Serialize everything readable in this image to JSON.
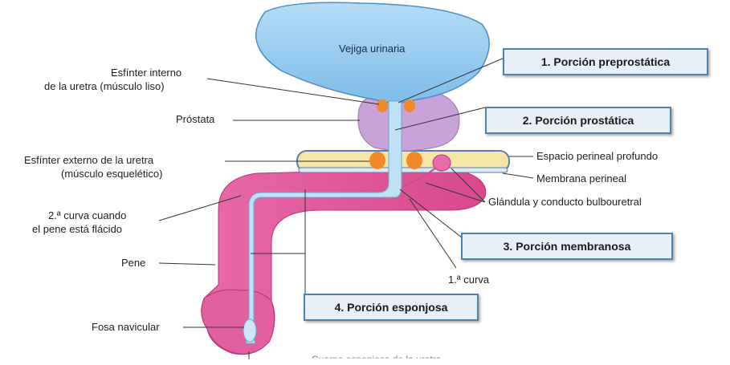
{
  "organs": {
    "bladder": "Vejiga urinaria"
  },
  "left_labels": {
    "internal_sphincter_line1": "Esfínter interno",
    "internal_sphincter_line2": "de la uretra (músculo liso)",
    "prostate": "Próstata",
    "external_sphincter_line1": "Esfínter externo de la uretra",
    "external_sphincter_line2": "(músculo esquelético)",
    "second_curve_line1": "2.ª curva cuando",
    "second_curve_line2": "el pene está flácido",
    "penis": "Pene",
    "navicular_fossa": "Fosa navicular"
  },
  "right_labels": {
    "deep_perineal_space": "Espacio perineal profundo",
    "perineal_membrane": "Membrana perineal",
    "bulbourethral": "Glándula y conducto bulbouretral",
    "first_curve": "1.ª curva"
  },
  "sections": [
    {
      "label": "1. Porción preprostática"
    },
    {
      "label": "2. Porción prostática"
    },
    {
      "label": "3. Porción membranosa"
    },
    {
      "label": "4. Porción esponjosa"
    }
  ],
  "caption_fragment": "Cuerpo esponjoso de la uretra",
  "colors": {
    "bladder": "#8cc6ee",
    "prostate": "#c8a2d8",
    "penis": "#e0579a",
    "perineal_space": "#f6e6a6",
    "sphincter": "#f08a28",
    "box_border": "#4f81b3"
  }
}
